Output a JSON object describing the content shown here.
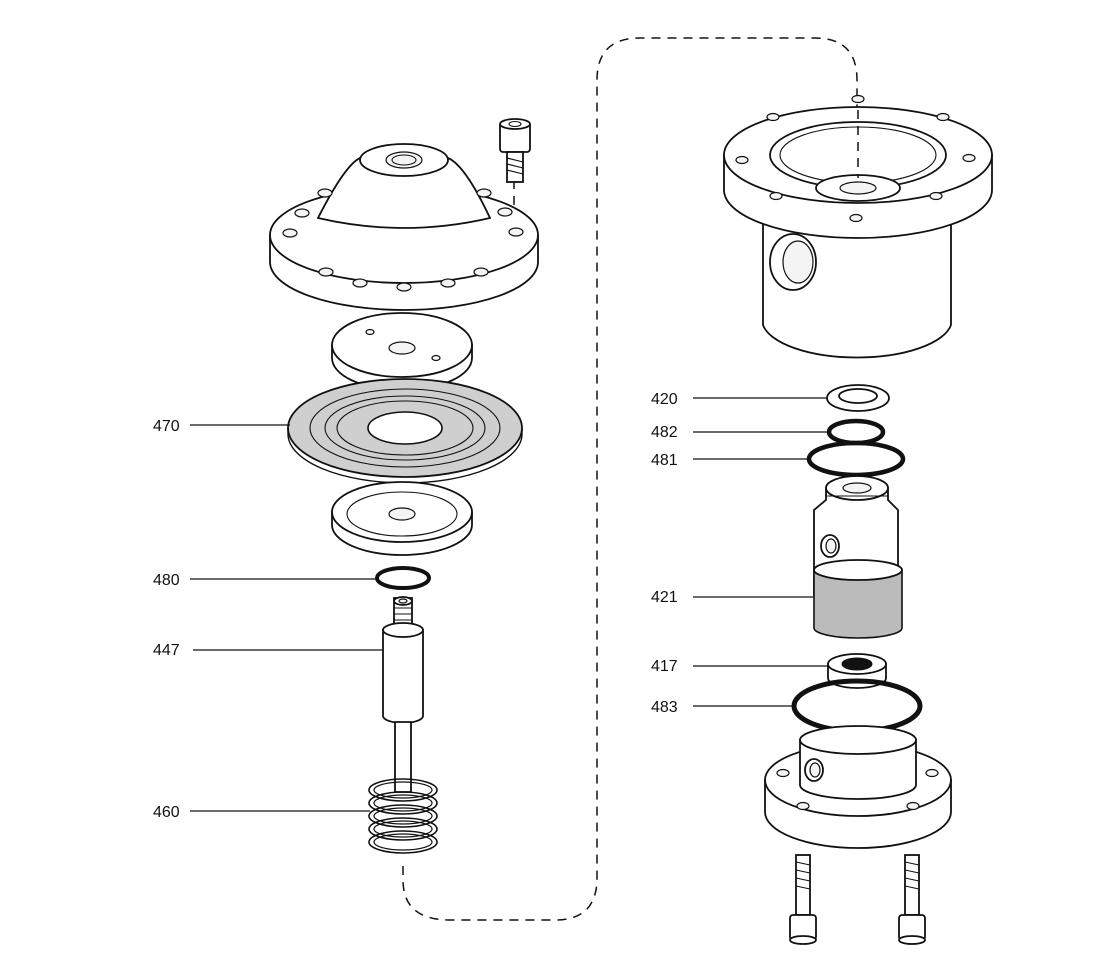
{
  "callouts": {
    "c470": "470",
    "c480": "480",
    "c447": "447",
    "c460": "460",
    "c420": "420",
    "c482": "482",
    "c481": "481",
    "c421": "421",
    "c417": "417",
    "c483": "483"
  },
  "colors": {
    "line": "#111111",
    "diaphragm_fill": "#cfcfcf",
    "background": "#ffffff"
  }
}
